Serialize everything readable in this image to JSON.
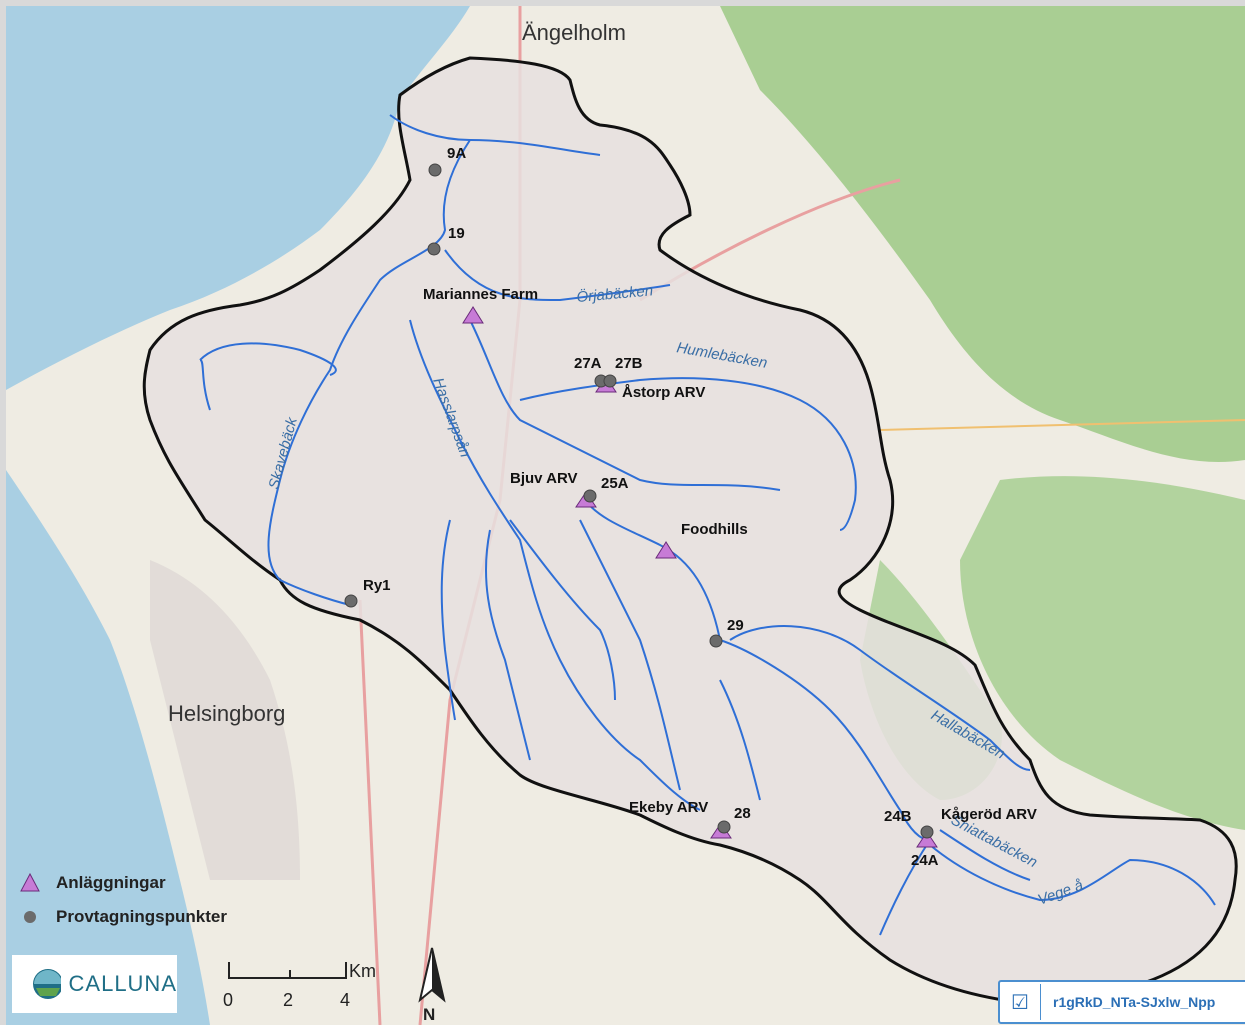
{
  "map": {
    "cities": [
      {
        "key": "angelholm",
        "label": "Ängelholm"
      },
      {
        "key": "helsingborg",
        "label": "Helsingborg"
      }
    ],
    "streams": [
      {
        "key": "orja",
        "label": "Örjabäcken"
      },
      {
        "key": "humle",
        "label": "Humlebäcken"
      },
      {
        "key": "hassl",
        "label": "Hasslarpsån"
      },
      {
        "key": "skave",
        "label": "Skavebäck"
      },
      {
        "key": "halla",
        "label": "Hallabäcken"
      },
      {
        "key": "sniatta",
        "label": "Sniattabäcken"
      },
      {
        "key": "vege",
        "label": "Vege å"
      }
    ],
    "facilities": [
      {
        "key": "marfarm",
        "label": "Mariannes Farm"
      },
      {
        "key": "astorp",
        "label": "Åstorp ARV"
      },
      {
        "key": "bjuv",
        "label": "Bjuv ARV"
      },
      {
        "key": "foodhills",
        "label": "Foodhills"
      },
      {
        "key": "ekeby",
        "label": "Ekeby ARV"
      },
      {
        "key": "kageröd",
        "label": "Kågeröd ARV"
      }
    ],
    "points": [
      {
        "key": "p9a",
        "label": "9A"
      },
      {
        "key": "p19",
        "label": "19"
      },
      {
        "key": "p27a",
        "label": "27A"
      },
      {
        "key": "p27b",
        "label": "27B"
      },
      {
        "key": "p25a",
        "label": "25A"
      },
      {
        "key": "pry1",
        "label": "Ry1"
      },
      {
        "key": "p29",
        "label": "29"
      },
      {
        "key": "p28",
        "label": "28"
      },
      {
        "key": "p24b",
        "label": "24B"
      },
      {
        "key": "p24a",
        "label": "24A"
      }
    ]
  },
  "legend": {
    "facilities_label": "Anläggningar",
    "points_label": "Provtagningspunkter",
    "facility_color": "#c77bd6",
    "point_color": "#6b6b6b"
  },
  "scale": {
    "ticks": [
      "0",
      "2",
      "4"
    ],
    "unit": "Km"
  },
  "north_label": "N",
  "logo": {
    "name": "CALLUNA"
  },
  "id_badge": {
    "text": "r1gRkD_NTa-SJxlw_Npp"
  },
  "colors": {
    "water": "#a9cfe3",
    "land": "#efece3",
    "forest": "#8fc27a",
    "stream": "#2f6fd6",
    "boundary": "#111111",
    "catchment": "#e6e1df"
  }
}
